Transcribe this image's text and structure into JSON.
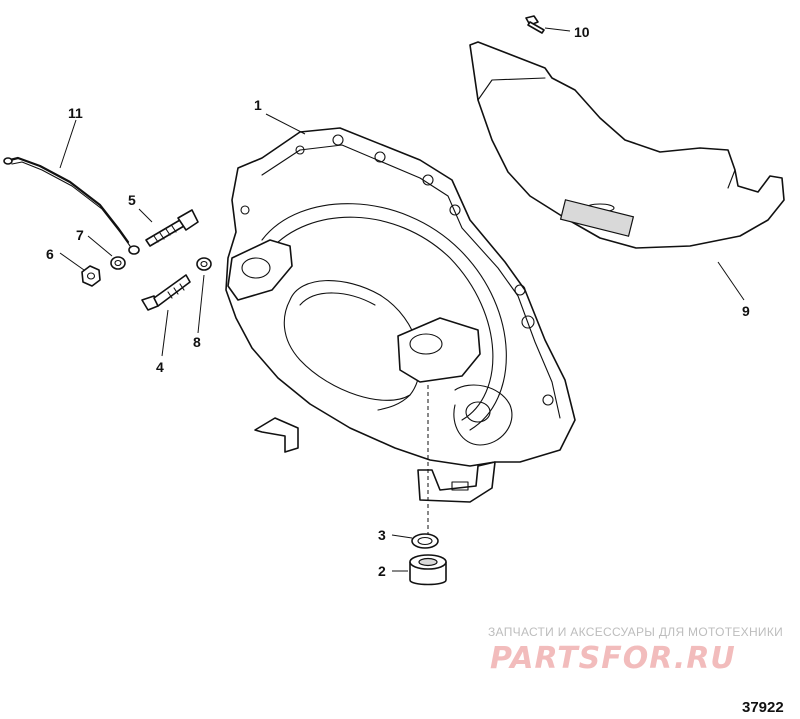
{
  "callouts": [
    {
      "id": "1",
      "part": "flywheel-housing"
    },
    {
      "id": "2",
      "part": "bushing"
    },
    {
      "id": "3",
      "part": "o-ring"
    },
    {
      "id": "4",
      "part": "bolt"
    },
    {
      "id": "5",
      "part": "stud"
    },
    {
      "id": "6",
      "part": "nut"
    },
    {
      "id": "7",
      "part": "lock-washer"
    },
    {
      "id": "8",
      "part": "washer"
    },
    {
      "id": "9",
      "part": "shield"
    },
    {
      "id": "10",
      "part": "screw"
    },
    {
      "id": "11",
      "part": "ground-strap"
    }
  ],
  "watermark": {
    "caption": "ЗАПЧАСТИ И АКСЕССУАРЫ ДЛЯ МОТОТЕХНИКИ",
    "logo": "PARTSFOR.RU"
  },
  "figure_number": "37922",
  "colors": {
    "line": "#111111",
    "watermark_caption": "#bdbdbd",
    "watermark_logo": "#f2bcbc"
  }
}
